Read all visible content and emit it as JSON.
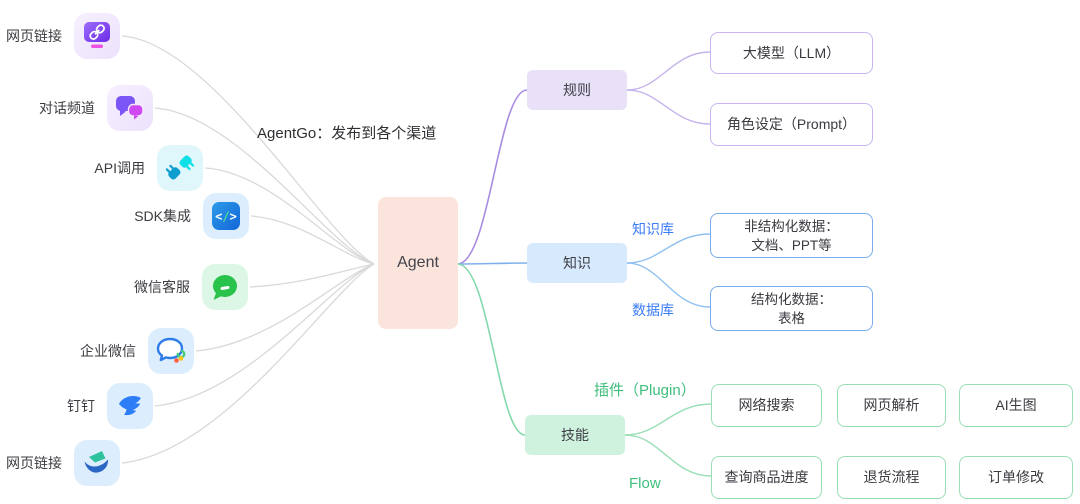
{
  "annotation": "AgentGo：发布到各个渠道",
  "agent_node": {
    "label": "Agent",
    "fill": "#fbe4dc"
  },
  "channels": [
    {
      "label": "网页链接",
      "icon": "web-link-icon"
    },
    {
      "label": "对话频道",
      "icon": "chat-bubbles-icon"
    },
    {
      "label": "API调用",
      "icon": "api-plug-icon"
    },
    {
      "label": "SDK集成",
      "icon": "sdk-code-icon"
    },
    {
      "label": "微信客服",
      "icon": "wechat-icon"
    },
    {
      "label": "企业微信",
      "icon": "wecom-icon"
    },
    {
      "label": "钉钉",
      "icon": "dingtalk-icon"
    },
    {
      "label": "网页链接",
      "icon": "feishu-icon"
    }
  ],
  "branches": {
    "rules": {
      "label": "规则",
      "children": [
        {
          "label": "大模型（LLM）"
        },
        {
          "label": "角色设定（Prompt）"
        }
      ]
    },
    "knowledge": {
      "label": "知识",
      "edge_labels": {
        "top": "知识库",
        "bottom": "数据库"
      },
      "children": [
        {
          "line1": "非结构化数据：",
          "line2": "文档、PPT等"
        },
        {
          "line1": "结构化数据：",
          "line2": "表格"
        }
      ]
    },
    "skills": {
      "label": "技能",
      "edge_labels": {
        "top": "插件（Plugin）",
        "bottom": "Flow"
      },
      "plugins": [
        "网络搜索",
        "网页解析",
        "AI生图"
      ],
      "flows": [
        "查询商品进度",
        "退货流程",
        "订单修改"
      ]
    }
  },
  "colors": {
    "gray_wire": "#d9d9d9",
    "rules_wire": "#a88be0",
    "knowledge_wire": "#7fb0ec",
    "skills_wire": "#83d9ac",
    "rules_fill": "#e8e1f8",
    "knowledge_fill": "#d7e9fc",
    "skills_fill": "#cff2de",
    "agent_fill": "#fbe4dc",
    "edge_label_blue": "#3b7cf7",
    "edge_label_green": "#3fbe7b"
  }
}
